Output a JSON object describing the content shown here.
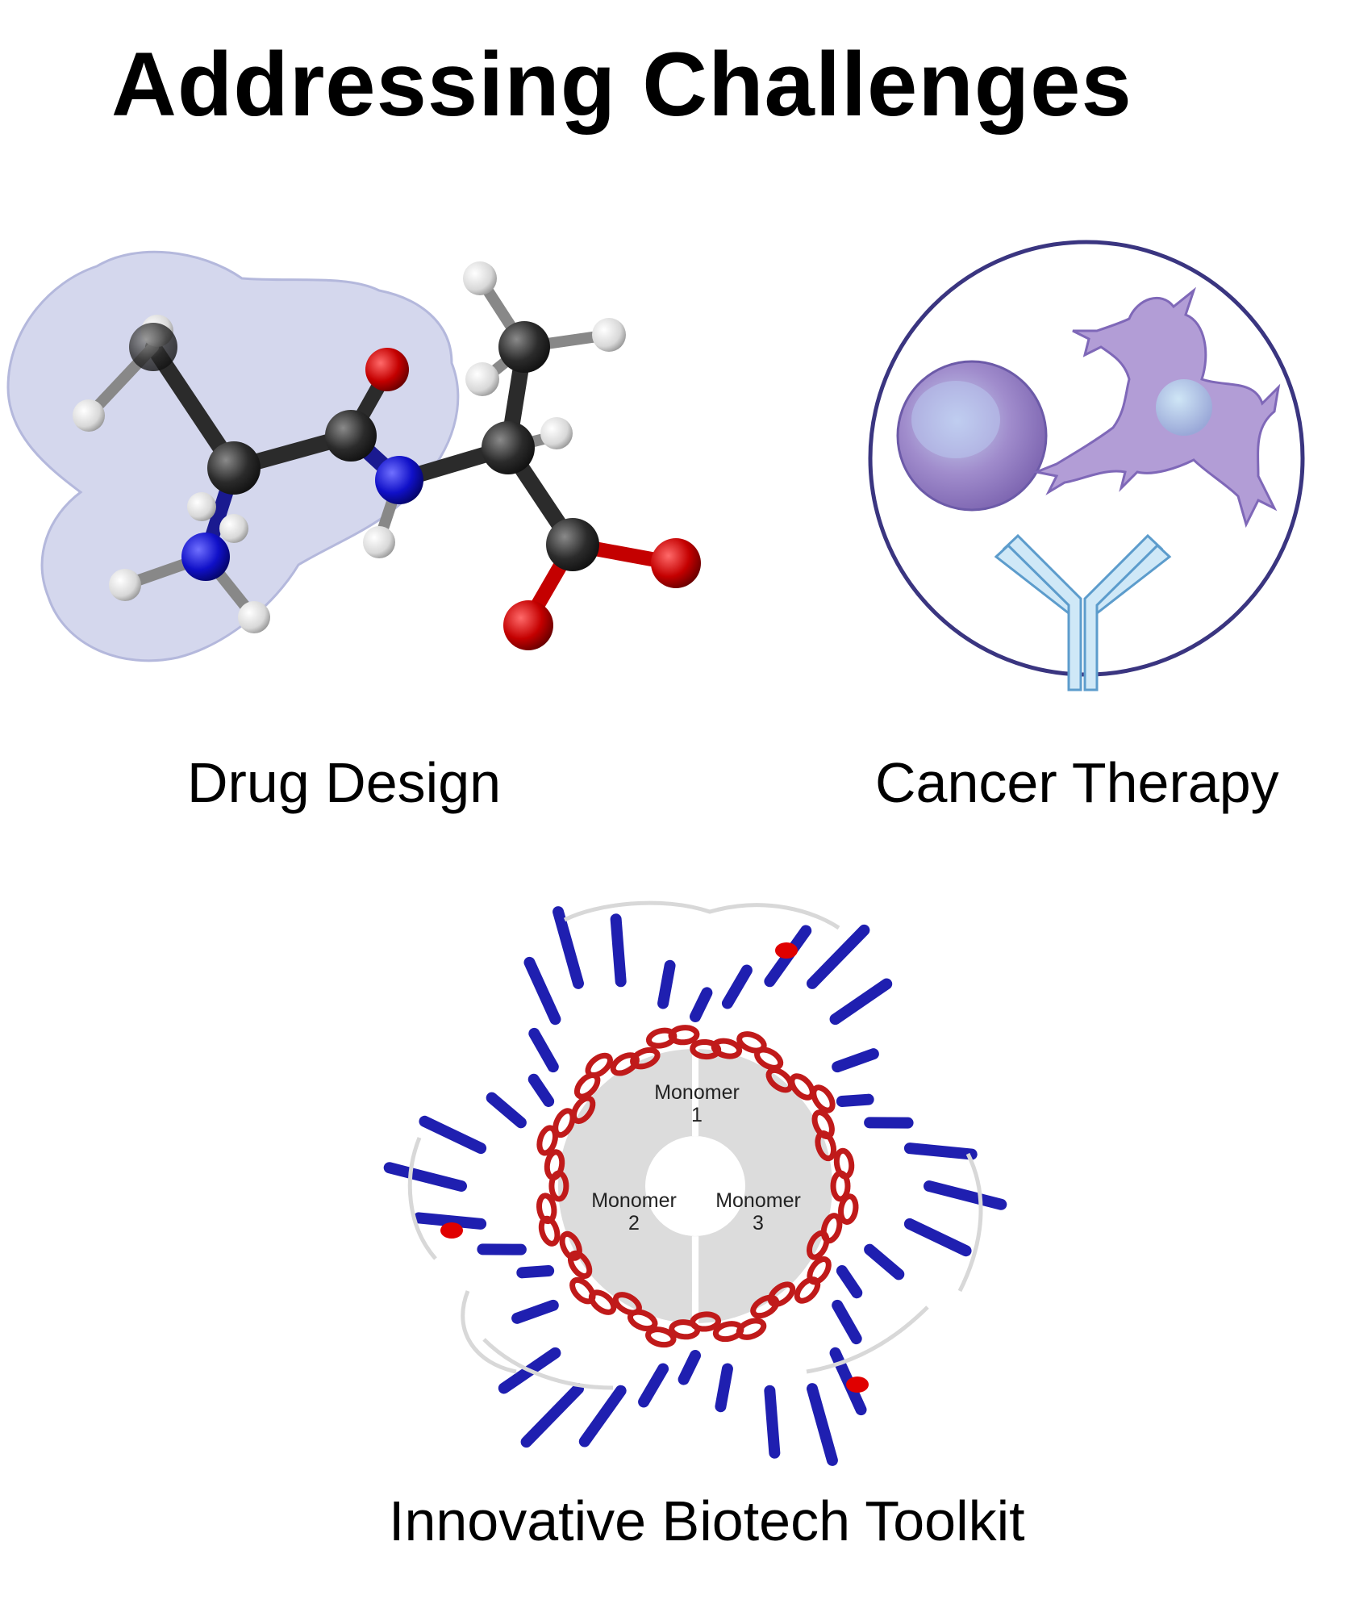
{
  "title": "Addressing Challenges",
  "panels": [
    {
      "caption": "Drug Design",
      "illustration": "ball-and-stick molecule with electron cloud"
    },
    {
      "caption": "Cancer Therapy",
      "illustration": "cells and antibody in circle"
    },
    {
      "caption": "Innovative Biotech Toolkit",
      "illustration": "trimeric protein ribbon structure"
    }
  ],
  "monomers": [
    {
      "name": "Monomer",
      "number": "1"
    },
    {
      "name": "Monomer",
      "number": "2"
    },
    {
      "name": "Monomer",
      "number": "3"
    }
  ],
  "colors": {
    "carbon": "#2b2b2b",
    "oxygen": "#c40000",
    "nitrogen": "#1010c8",
    "hydrogen": "#e6e6e6",
    "cloud": "#c9cce6",
    "circle": "#3a3580",
    "cell": "#9a86c4",
    "antibody": "#bcdff2",
    "helix": "#c01a1a",
    "sheet": "#1f1fb0",
    "core": "#dcdcdc"
  }
}
